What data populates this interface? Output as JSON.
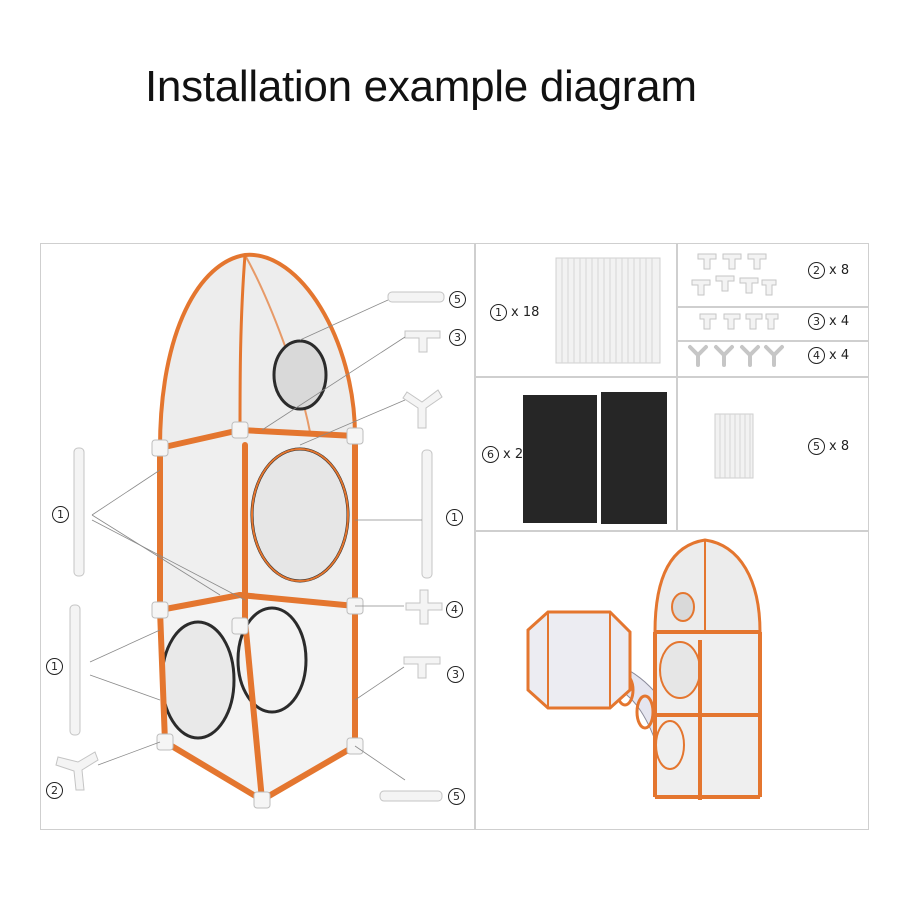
{
  "title": "Installation example diagram",
  "callout_marks": {
    "one": "1",
    "two": "2",
    "three": "3",
    "four": "4",
    "five": "5",
    "six": "6"
  },
  "parts": [
    {
      "id": "1",
      "qty": "x 18"
    },
    {
      "id": "2",
      "qty": "x 8"
    },
    {
      "id": "3",
      "qty": "x 4"
    },
    {
      "id": "4",
      "qty": "x 4"
    },
    {
      "id": "5",
      "qty": "x 8"
    },
    {
      "id": "6",
      "qty": "x 2"
    }
  ],
  "colors": {
    "frame_orange": "#e4762f",
    "pipe_white": "#f2f2f2",
    "mesh_gray": "#bdbdbd",
    "mat_black": "#2b2b2b"
  }
}
